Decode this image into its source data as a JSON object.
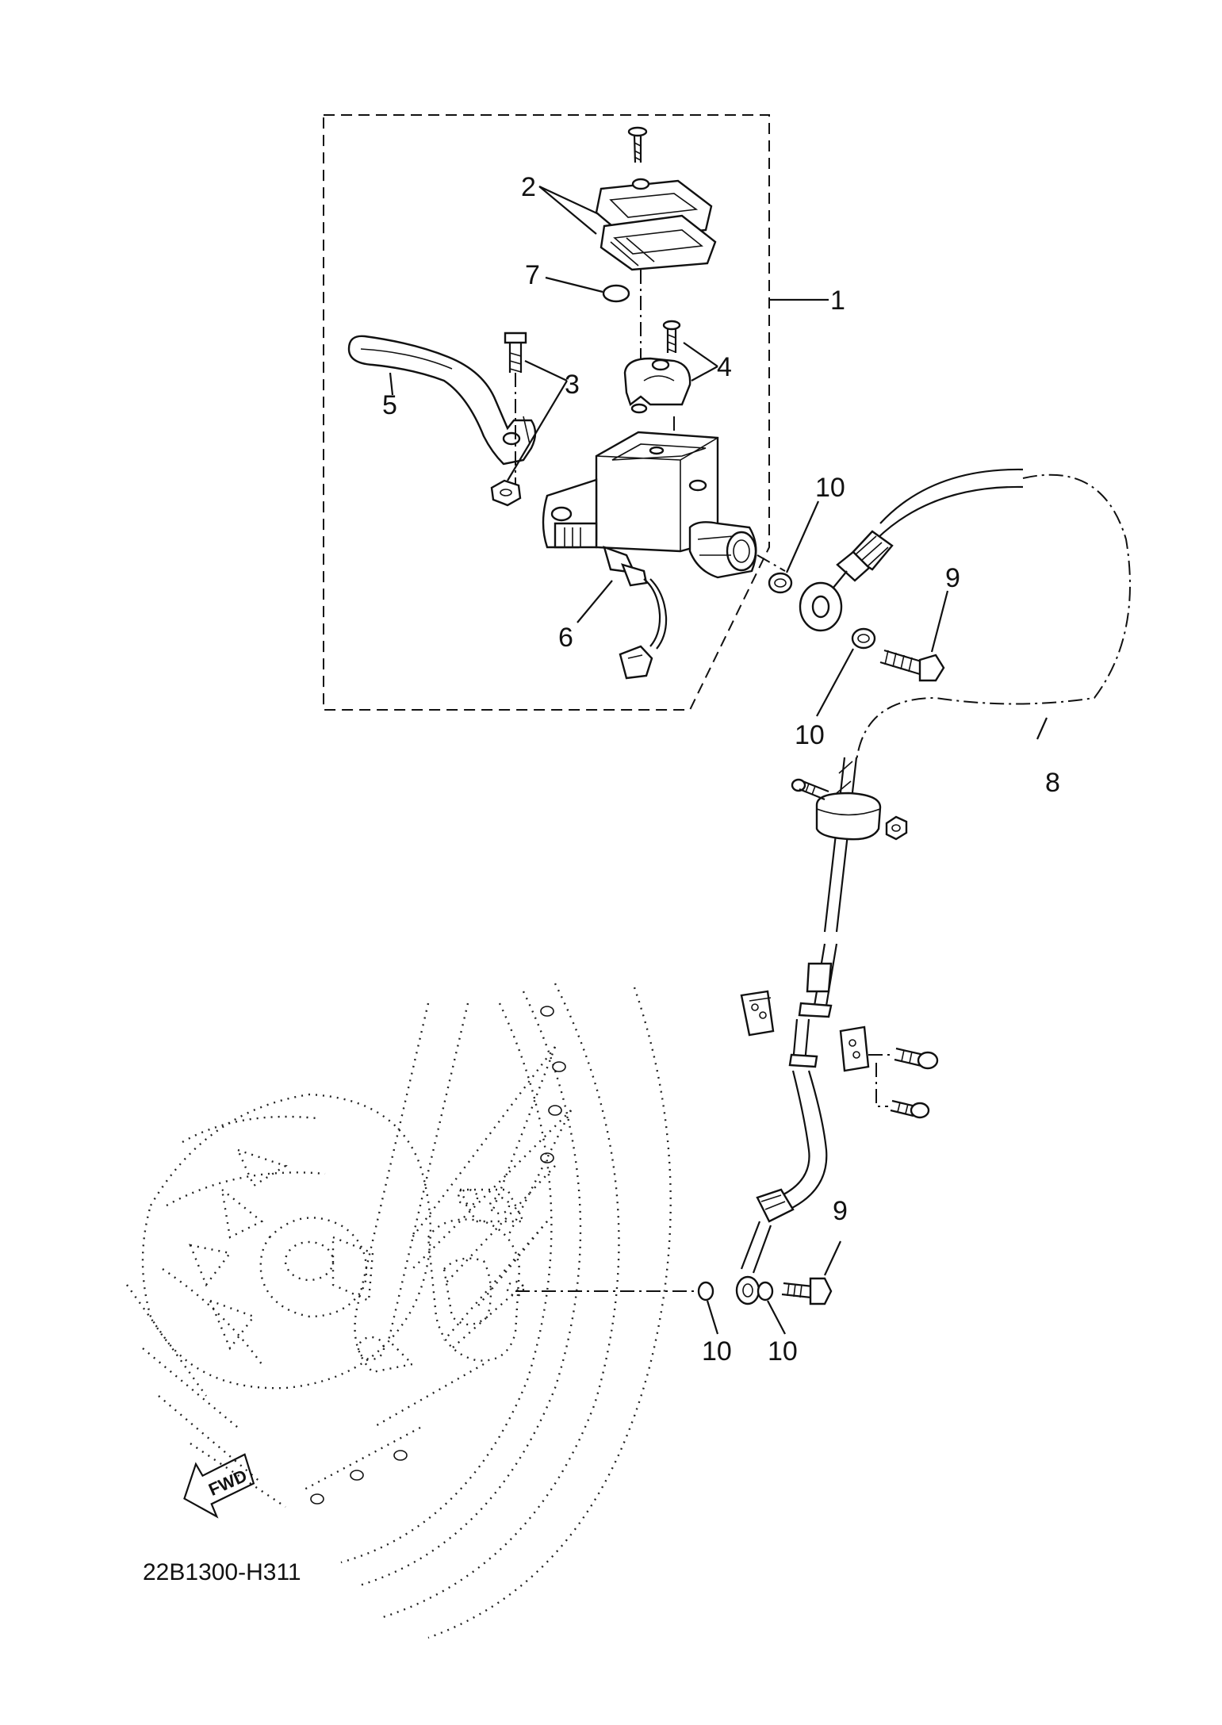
{
  "diagram": {
    "diagram_code": "22B1300-H311",
    "fwd_label": "FWD",
    "callouts": [
      {
        "id": "c1",
        "label": "1"
      },
      {
        "id": "c2",
        "label": "2"
      },
      {
        "id": "c3",
        "label": "3"
      },
      {
        "id": "c4",
        "label": "4"
      },
      {
        "id": "c5",
        "label": "5"
      },
      {
        "id": "c6",
        "label": "6"
      },
      {
        "id": "c7",
        "label": "7"
      },
      {
        "id": "c8",
        "label": "8"
      },
      {
        "id": "c9a",
        "label": "9"
      },
      {
        "id": "c9b",
        "label": "9"
      },
      {
        "id": "c10a",
        "label": "10"
      },
      {
        "id": "c10b",
        "label": "10"
      },
      {
        "id": "c10c",
        "label": "10"
      },
      {
        "id": "c10d",
        "label": "10"
      }
    ]
  }
}
